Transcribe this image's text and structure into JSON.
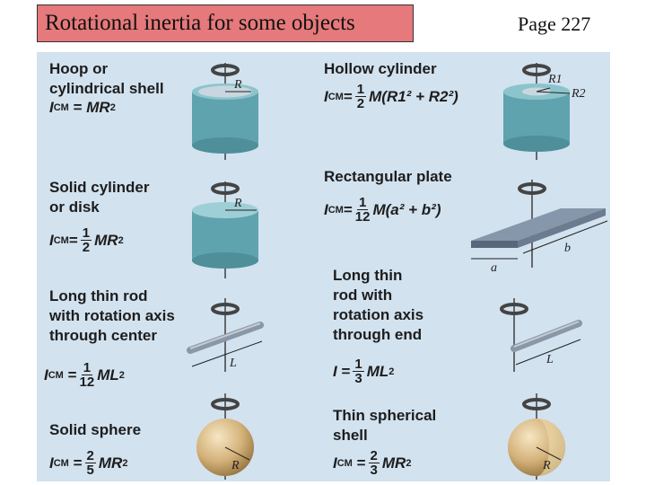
{
  "header": {
    "title": "Rotational inertia for some objects",
    "page": "Page 227"
  },
  "items": [
    {
      "label": "Hoop or\ncylindrical shell",
      "lhs": "I",
      "sub": "CM",
      "eq": "=",
      "num": "",
      "den": "",
      "rhs": "MR",
      "exp": "2"
    },
    {
      "label": "Hollow cylinder",
      "lhs": "I",
      "sub": "CM",
      "eq": "=",
      "num": "1",
      "den": "2",
      "rhs": "M(R1² + R2²)",
      "exp": ""
    },
    {
      "label": "Solid cylinder\nor disk",
      "lhs": "I",
      "sub": "CM",
      "eq": "=",
      "num": "1",
      "den": "2",
      "rhs": "MR",
      "exp": "2"
    },
    {
      "label": "Rectangular plate",
      "lhs": "I",
      "sub": "CM",
      "eq": "=",
      "num": "1",
      "den": "12",
      "rhs": "M(a² + b²)",
      "exp": ""
    },
    {
      "label": "Long thin rod\nwith rotation axis\nthrough center",
      "lhs": "I",
      "sub": "CM",
      "eq": "=",
      "num": "1",
      "den": "12",
      "rhs": "ML",
      "exp": "2"
    },
    {
      "label": "Long thin\nrod with\nrotation axis\nthrough end",
      "lhs": "I",
      "sub": "",
      "eq": "=",
      "num": "1",
      "den": "3",
      "rhs": "ML",
      "exp": "2"
    },
    {
      "label": "Solid sphere",
      "lhs": "I",
      "sub": "CM",
      "eq": "=",
      "num": "2",
      "den": "5",
      "rhs": "MR",
      "exp": "2"
    },
    {
      "label": "Thin spherical\nshell",
      "lhs": "I",
      "sub": "CM",
      "eq": "=",
      "num": "2",
      "den": "3",
      "rhs": "MR",
      "exp": "2"
    }
  ],
  "dims": {
    "R": "R",
    "R1": "R1",
    "R2": "R2",
    "a": "a",
    "b": "b",
    "L": "L"
  },
  "colors": {
    "title_bg": "#e5797b",
    "figure_bg": "#d2e2ef",
    "teal": "#5fa3ae",
    "sphere": "#d4b27a",
    "rod": "#8a97a6"
  }
}
